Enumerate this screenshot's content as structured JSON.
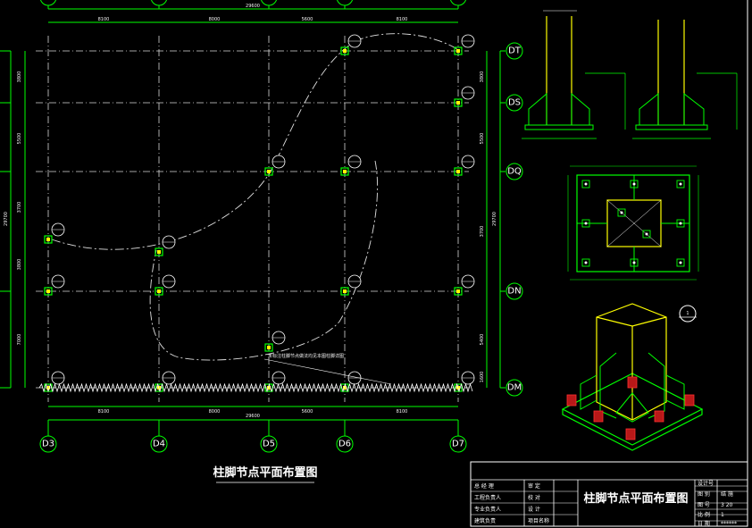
{
  "drawing_title": "柱脚节点平面布置图",
  "axes": {
    "columns": [
      "D3",
      "D4",
      "D5",
      "D6",
      "D7"
    ],
    "rows": [
      "DT",
      "DS",
      "DQ",
      "DN",
      "DM"
    ]
  },
  "dimensions": {
    "total_width": "29600",
    "bays": [
      "8100",
      "8000",
      "5600",
      "8100"
    ],
    "total_height": "29700",
    "left_spans": [
      "3800",
      "5500",
      "3700",
      "3800",
      "7000"
    ],
    "right_spans": [
      "3800",
      "5500",
      "3700",
      "5400",
      "1600"
    ]
  },
  "callouts": {
    "detail_marker": "1",
    "note_text": "未标注柱脚节点做法均见本图柱脚详图"
  },
  "title_block": {
    "title": "柱脚节点平面布置图",
    "left_rows": [
      "总 经 理",
      "工程负责人",
      "专业负责人",
      "建筑负责"
    ],
    "mid_rows": [
      "审 定",
      "校 对",
      "设 计",
      "项目名称"
    ],
    "right_labels": [
      "设计号",
      "图 别",
      "图 号",
      "比 例",
      "日 期"
    ],
    "right_values": [
      "",
      "结 施",
      "3  20",
      "1",
      "******"
    ]
  },
  "colors": {
    "axis": "#00ff00",
    "grid": "#ffffff",
    "column": "#ffff00",
    "bolt": "#ff3030"
  }
}
